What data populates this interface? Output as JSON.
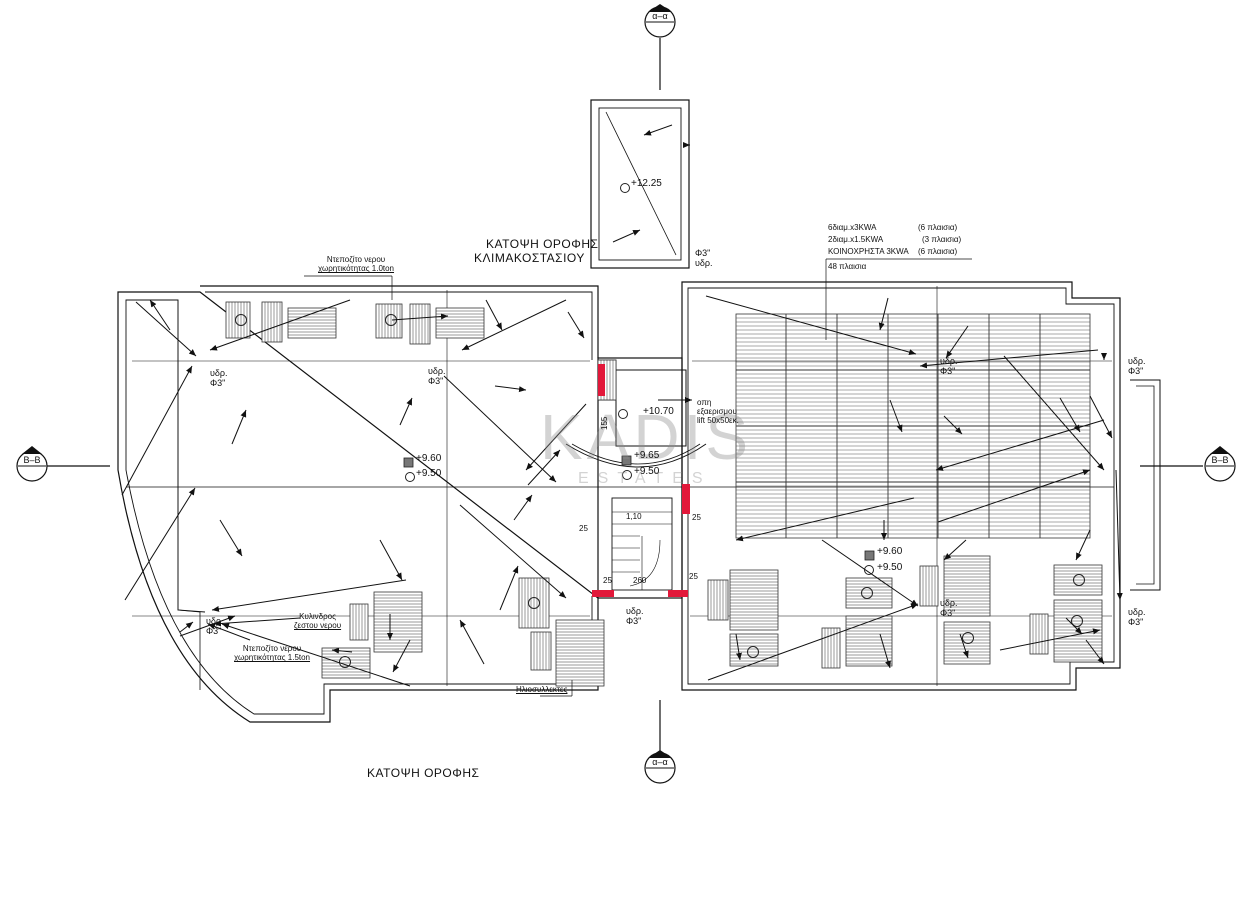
{
  "titles": {
    "roof_plan": "ΚΑΤΟΨΗ ΟΡΟΦΗΣ",
    "stair_roof_line1": "ΚΑΤΟΨΗ ΟΡΟΦΗΣ",
    "stair_roof_line2": "ΚΛΙΜΑΚΟΣΤΑΣΙΟΥ"
  },
  "section_markers": {
    "a_top": "α–α",
    "a_bottom": "α–α",
    "b_left": "Β–Β",
    "b_right": "Β–Β"
  },
  "elevations": {
    "stair_roof": "+12.25",
    "left_upper": "+9.60",
    "left_lower": "+9.50",
    "core_top": "+10.70",
    "core_mid": "+9.65",
    "core_low": "+9.50",
    "right_upper": "+9.60",
    "right_lower": "+9.50"
  },
  "drains": {
    "label_l1": "υδρ.",
    "label_l2": "Φ3\"",
    "stair_l1": "Φ3\"",
    "stair_l2": "υδρ."
  },
  "notes": {
    "tank_top_l1": "Ντεποζίτο νερου",
    "tank_top_l2": "χωρητικότητας 1.0ton",
    "tank_bottom_l1": "Ντεποζίτο νερου",
    "tank_bottom_l2": "χωρητικότητας 1.5ton",
    "cylinder_l1": "Κυλινδρος",
    "cylinder_l2": "ζεστου νερου",
    "solar_collector": "Ηλιοσυλλεκτες",
    "opening_l1": "οπη",
    "opening_l2": "εξαερισμου",
    "opening_l3": "lift 50x50εκ."
  },
  "pv_legend": {
    "row1_a": "6διαμ.x3KWA",
    "row1_b": "(6 πλαισια)",
    "row2_a": "2διαμ.x1.5KWA",
    "row2_b": "(3 πλαισια)",
    "row3_a": "ΚΟΙΝΟΧΡΗΣΤΑ 3KWA",
    "row3_b": "(6 πλαισια)",
    "total": "48 πλαισια"
  },
  "dimensions": {
    "d25_a": "25",
    "d25_b": "25",
    "d25_c": "25",
    "d25_d": "25",
    "d260": "260",
    "d155": "155",
    "d110": "1,10"
  },
  "watermark": {
    "brand": "KADIS",
    "sub": "ESTATES"
  }
}
